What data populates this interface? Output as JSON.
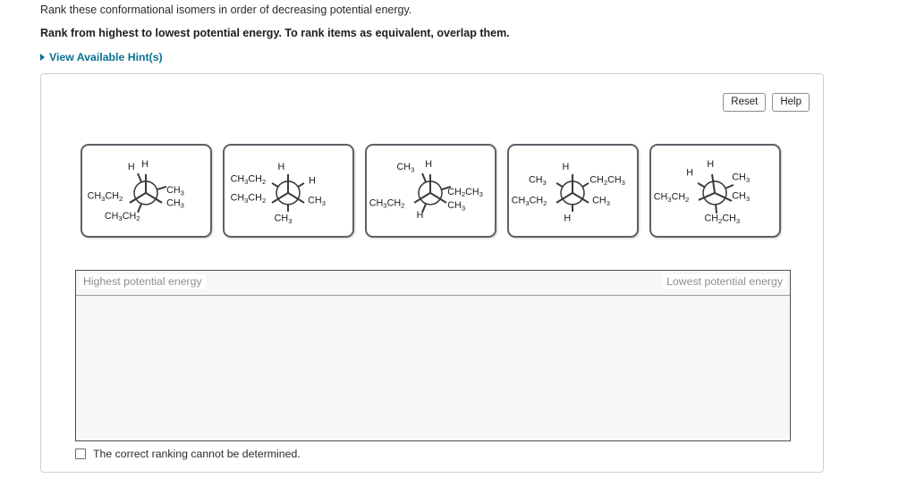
{
  "prompt": {
    "question": "Rank these conformational isomers in order of decreasing potential energy.",
    "instruction": "Rank from highest to lowest potential energy. To rank items as equivalent, overlap them.",
    "hints_label": "View Available Hint(s)"
  },
  "toolbar": {
    "reset_label": "Reset",
    "help_label": "Help"
  },
  "cards": [
    {
      "id": "card-1",
      "conformation": "eclipsed",
      "front_top_left": "H",
      "front_top_right": "H",
      "labels": {
        "upper_left": "H",
        "upper_right": "H",
        "left": "CH3CH2",
        "lower": "CH3CH2",
        "right_upper": "CH3",
        "right_lower": "CH3"
      }
    },
    {
      "id": "card-2",
      "conformation": "staggered",
      "labels": {
        "top": "H",
        "upper_left": "CH3CH2",
        "lower_left": "CH3CH2",
        "right": "H",
        "right_lower": "CH3",
        "bottom": "CH3"
      }
    },
    {
      "id": "card-3",
      "conformation": "eclipsed",
      "labels": {
        "upper_left": "CH3",
        "upper_right": "H",
        "left": "CH3CH2",
        "lower_left": "H",
        "right_upper": "CH2CH3",
        "right_lower": "CH3"
      }
    },
    {
      "id": "card-4",
      "conformation": "staggered",
      "labels": {
        "top": "H",
        "upper_left": "CH3",
        "upper_right": "CH2CH3",
        "left": "CH3CH2",
        "right": "CH3",
        "bottom": "H"
      }
    },
    {
      "id": "card-5",
      "conformation": "eclipsed",
      "labels": {
        "upper_left": "H",
        "top": "H",
        "left": "CH3CH2",
        "right_upper": "CH3",
        "right_lower": "CH3",
        "bottom": "CH2CH3"
      }
    }
  ],
  "rank_zone": {
    "left_label": "Highest potential energy",
    "right_label": "Lowest potential energy"
  },
  "cannot_determine": {
    "label": "The correct ranking cannot be determined.",
    "checked": false
  },
  "colors": {
    "link": "#0b7194",
    "card_border": "#5d6068",
    "rank_border": "#4f4f4f",
    "rank_fill": "#f7f7f7",
    "panel_border": "#cfcfcf",
    "label_gray": "#8e8e8e"
  }
}
